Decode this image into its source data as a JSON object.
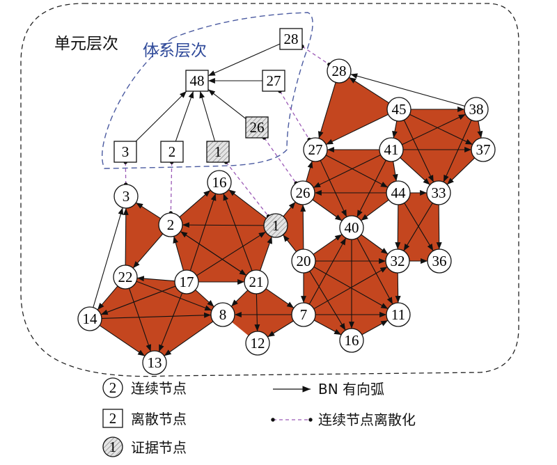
{
  "labels": {
    "unit_level": "单元层次",
    "system_level": "体系层次"
  },
  "colors": {
    "polygon_fill": "#c4461f",
    "system_border": "#4a5aa0",
    "system_label": "#2f4a9a",
    "discretize_link": "#9b59b6"
  },
  "legend": {
    "continuous": {
      "symbol": "2",
      "label": "连续节点"
    },
    "discrete": {
      "symbol": "2",
      "label": "离散节点"
    },
    "evidence": {
      "symbol": "1",
      "label": "证据节点"
    },
    "bn_arc": {
      "label": "BN 有向弧"
    },
    "discretize": {
      "label": "连续节点离散化"
    }
  },
  "nodes": [
    {
      "id": "28s",
      "label": "28",
      "kind": "discrete"
    },
    {
      "id": "48",
      "label": "48",
      "kind": "discrete"
    },
    {
      "id": "27s",
      "label": "27",
      "kind": "discrete"
    },
    {
      "id": "26s",
      "label": "26",
      "kind": "discrete-evidence"
    },
    {
      "id": "3s",
      "label": "3",
      "kind": "discrete"
    },
    {
      "id": "2s",
      "label": "2",
      "kind": "discrete"
    },
    {
      "id": "1s",
      "label": "1",
      "kind": "discrete-evidence"
    },
    {
      "id": "3",
      "label": "3",
      "kind": "continuous"
    },
    {
      "id": "2",
      "label": "2",
      "kind": "continuous"
    },
    {
      "id": "16",
      "label": "16",
      "kind": "continuous"
    },
    {
      "id": "1",
      "label": "1",
      "kind": "evidence"
    },
    {
      "id": "22",
      "label": "22",
      "kind": "continuous"
    },
    {
      "id": "17",
      "label": "17",
      "kind": "continuous"
    },
    {
      "id": "21",
      "label": "21",
      "kind": "continuous"
    },
    {
      "id": "14",
      "label": "14",
      "kind": "continuous"
    },
    {
      "id": "8",
      "label": "8",
      "kind": "continuous"
    },
    {
      "id": "13",
      "label": "13",
      "kind": "continuous"
    },
    {
      "id": "12",
      "label": "12",
      "kind": "continuous"
    },
    {
      "id": "7",
      "label": "7",
      "kind": "continuous"
    },
    {
      "id": "26",
      "label": "26",
      "kind": "continuous"
    },
    {
      "id": "27",
      "label": "27",
      "kind": "continuous"
    },
    {
      "id": "28",
      "label": "28",
      "kind": "continuous"
    },
    {
      "id": "45",
      "label": "45",
      "kind": "continuous"
    },
    {
      "id": "38",
      "label": "38",
      "kind": "continuous"
    },
    {
      "id": "41",
      "label": "41",
      "kind": "continuous"
    },
    {
      "id": "37",
      "label": "37",
      "kind": "continuous"
    },
    {
      "id": "44",
      "label": "44",
      "kind": "continuous"
    },
    {
      "id": "33",
      "label": "33",
      "kind": "continuous"
    },
    {
      "id": "40",
      "label": "40",
      "kind": "continuous"
    },
    {
      "id": "20",
      "label": "20",
      "kind": "continuous"
    },
    {
      "id": "32",
      "label": "32",
      "kind": "continuous"
    },
    {
      "id": "36",
      "label": "36",
      "kind": "continuous"
    },
    {
      "id": "11",
      "label": "11",
      "kind": "continuous"
    },
    {
      "id": "16b",
      "label": "16",
      "kind": "continuous"
    }
  ],
  "polygons": [
    [
      "3",
      "2",
      "22"
    ],
    [
      "2",
      "16",
      "1",
      "21",
      "17"
    ],
    [
      "22",
      "17",
      "8",
      "13",
      "14"
    ],
    [
      "21",
      "7",
      "12",
      "8"
    ],
    [
      "26",
      "1",
      "20"
    ],
    [
      "27",
      "41",
      "44",
      "40",
      "26"
    ],
    [
      "28",
      "45",
      "27"
    ],
    [
      "45",
      "38",
      "37",
      "33",
      "41"
    ],
    [
      "44",
      "33",
      "36",
      "32"
    ],
    [
      "40",
      "32",
      "11",
      "16b",
      "7",
      "20"
    ]
  ],
  "arcs": [
    [
      "28s",
      "48"
    ],
    [
      "27s",
      "48"
    ],
    [
      "26s",
      "48"
    ],
    [
      "3s",
      "48"
    ],
    [
      "2s",
      "48"
    ],
    [
      "1s",
      "48"
    ],
    [
      "2",
      "3"
    ],
    [
      "22",
      "3"
    ],
    [
      "2",
      "22"
    ],
    [
      "14",
      "3"
    ],
    [
      "2",
      "16"
    ],
    [
      "1",
      "2"
    ],
    [
      "21",
      "2"
    ],
    [
      "17",
      "2"
    ],
    [
      "17",
      "16"
    ],
    [
      "21",
      "16"
    ],
    [
      "1",
      "16"
    ],
    [
      "21",
      "1"
    ],
    [
      "17",
      "1"
    ],
    [
      "2",
      "21"
    ],
    [
      "17",
      "21"
    ],
    [
      "17",
      "22"
    ],
    [
      "22",
      "14"
    ],
    [
      "14",
      "8"
    ],
    [
      "22",
      "8"
    ],
    [
      "17",
      "14"
    ],
    [
      "17",
      "8"
    ],
    [
      "22",
      "13"
    ],
    [
      "17",
      "13"
    ],
    [
      "14",
      "13"
    ],
    [
      "8",
      "13"
    ],
    [
      "21",
      "8"
    ],
    [
      "7",
      "8"
    ],
    [
      "21",
      "12"
    ],
    [
      "7",
      "12"
    ],
    [
      "21",
      "7"
    ],
    [
      "1",
      "26"
    ],
    [
      "20",
      "1"
    ],
    [
      "20",
      "26"
    ],
    [
      "41",
      "27"
    ],
    [
      "44",
      "26"
    ],
    [
      "41",
      "26"
    ],
    [
      "27",
      "40"
    ],
    [
      "41",
      "40"
    ],
    [
      "44",
      "40"
    ],
    [
      "26",
      "40"
    ],
    [
      "27",
      "44"
    ],
    [
      "41",
      "44"
    ],
    [
      "26",
      "27"
    ],
    [
      "28",
      "27"
    ],
    [
      "45",
      "28"
    ],
    [
      "38",
      "28"
    ],
    [
      "45",
      "27"
    ],
    [
      "45",
      "38"
    ],
    [
      "45",
      "37"
    ],
    [
      "41",
      "38"
    ],
    [
      "41",
      "37"
    ],
    [
      "45",
      "33"
    ],
    [
      "41",
      "33"
    ],
    [
      "38",
      "37"
    ],
    [
      "38",
      "33"
    ],
    [
      "37",
      "33"
    ],
    [
      "45",
      "41"
    ],
    [
      "44",
      "33"
    ],
    [
      "44",
      "32"
    ],
    [
      "44",
      "36"
    ],
    [
      "33",
      "32"
    ],
    [
      "33",
      "36"
    ],
    [
      "32",
      "36"
    ],
    [
      "20",
      "40"
    ],
    [
      "20",
      "32"
    ],
    [
      "20",
      "11"
    ],
    [
      "20",
      "16b"
    ],
    [
      "7",
      "40"
    ],
    [
      "7",
      "32"
    ],
    [
      "7",
      "11"
    ],
    [
      "7",
      "16b"
    ],
    [
      "40",
      "32"
    ],
    [
      "40",
      "11"
    ],
    [
      "40",
      "16b"
    ],
    [
      "32",
      "11"
    ],
    [
      "16b",
      "11"
    ],
    [
      "20",
      "7"
    ]
  ],
  "discretize_links": [
    [
      "3s",
      "3"
    ],
    [
      "2s",
      "2"
    ],
    [
      "1s",
      "1"
    ],
    [
      "26s",
      "26"
    ],
    [
      "27s",
      "27"
    ],
    [
      "28s",
      "28"
    ]
  ]
}
